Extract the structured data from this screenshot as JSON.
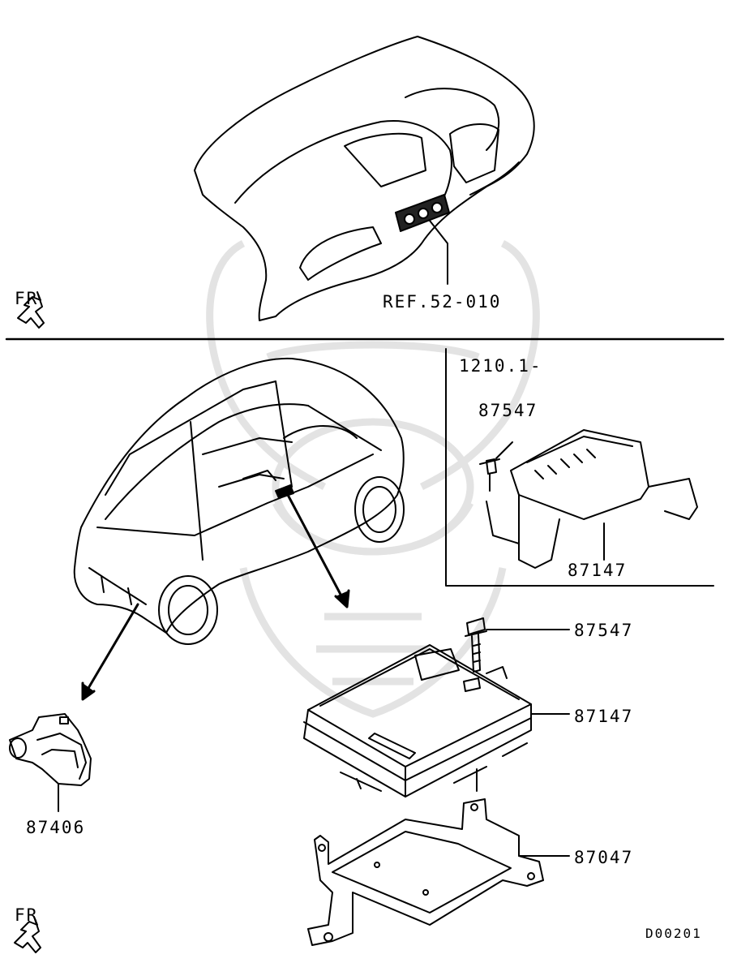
{
  "top_section": {
    "fr_label": "FR",
    "ref_label": "REF.52-010"
  },
  "inset": {
    "header": "1210.1-",
    "bolt_part": "87547",
    "ecu_part": "87147"
  },
  "main_parts": {
    "bolt_part": "87547",
    "ecu_part": "87147",
    "bracket_part": "87047",
    "sensor_part": "87406"
  },
  "bottom": {
    "fr_label": "FR",
    "diagram_code": "D00201"
  }
}
